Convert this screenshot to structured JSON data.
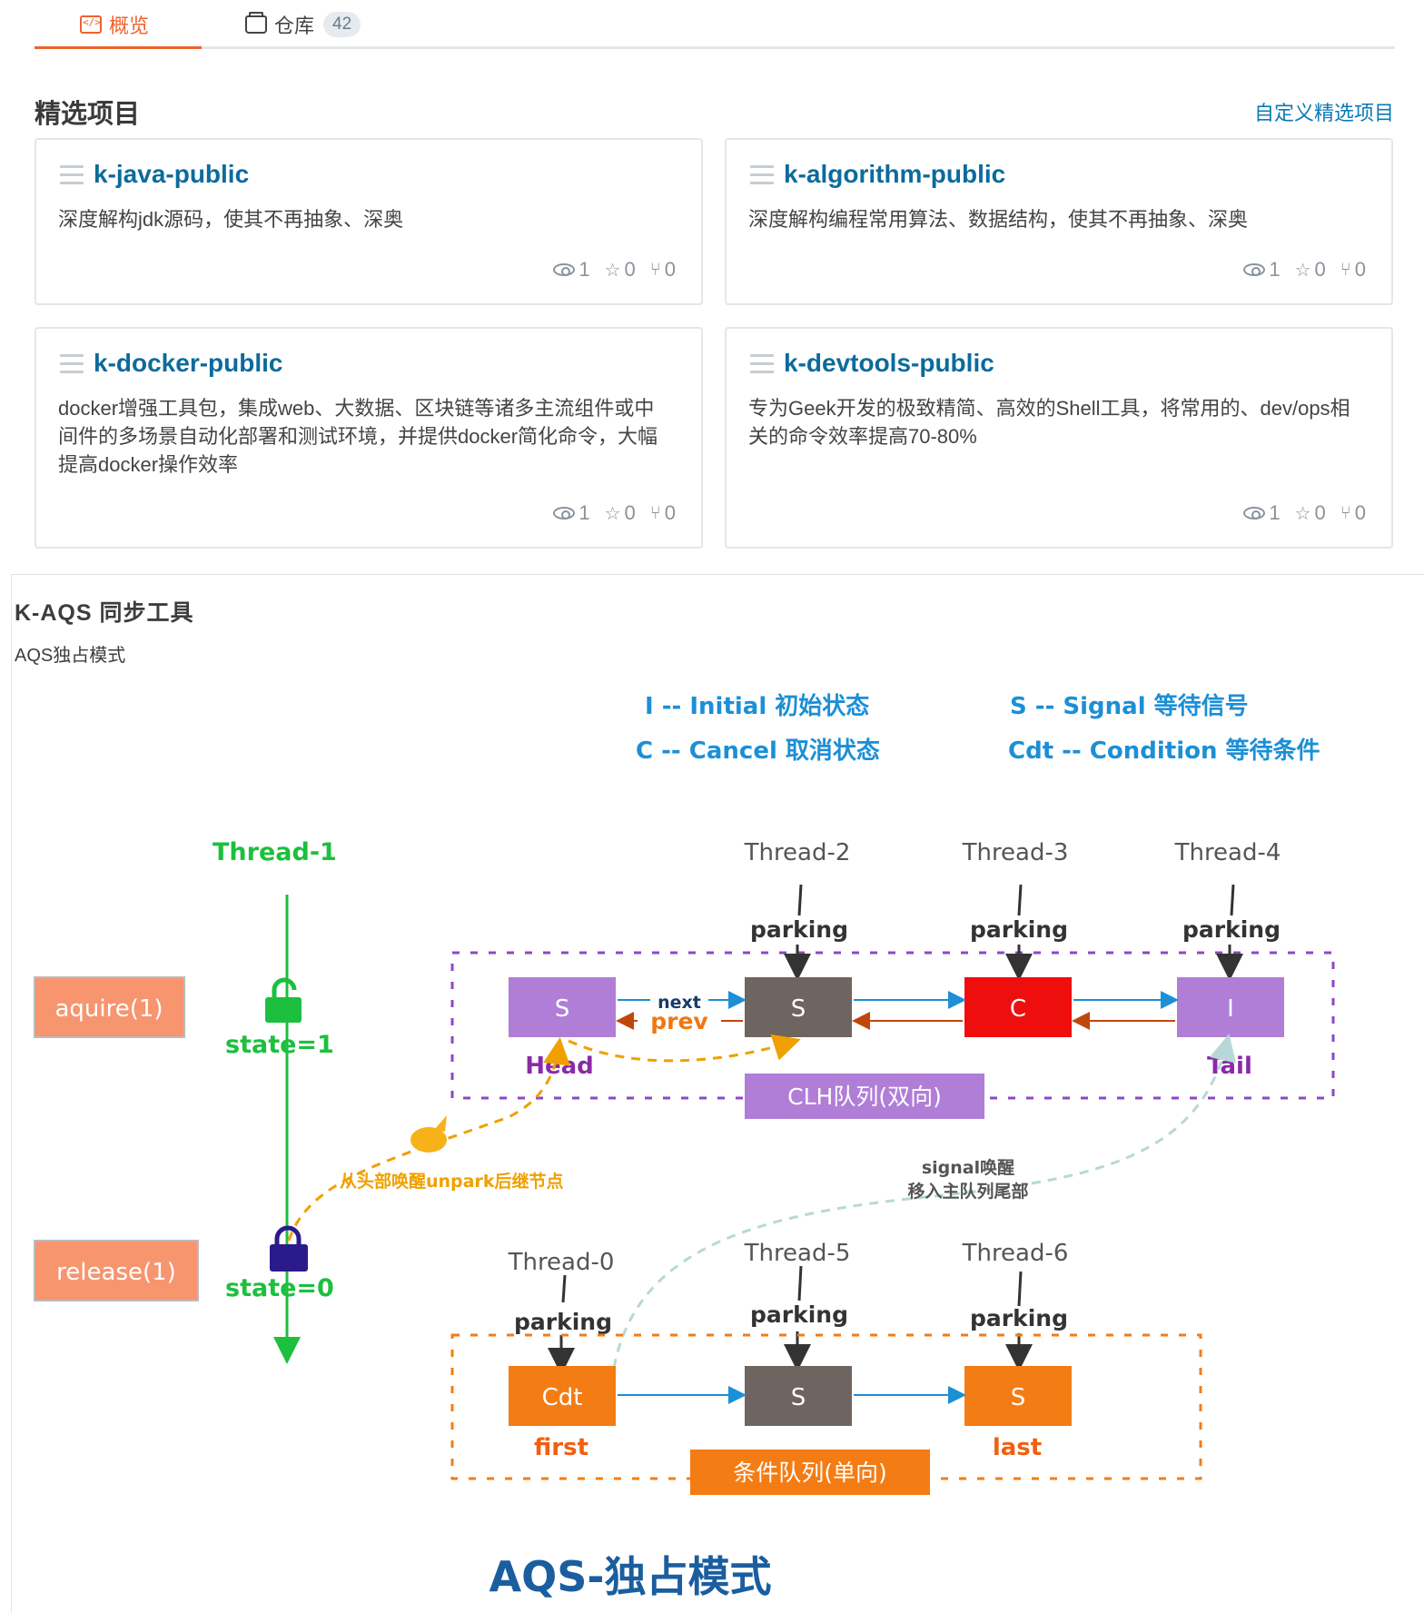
{
  "tabs": {
    "overview_label": "概览",
    "repo_label": "仓库",
    "repo_count": "42"
  },
  "featured": {
    "title": "精选项目",
    "customize_link": "自定义精选项目",
    "cards": [
      {
        "name": "k-java-public",
        "description": "深度解构jdk源码，使其不再抽象、深奥",
        "watches": "1",
        "stars": "0",
        "forks": "0"
      },
      {
        "name": "k-algorithm-public",
        "description": "深度解构编程常用算法、数据结构，使其不再抽象、深奥",
        "watches": "1",
        "stars": "0",
        "forks": "0"
      },
      {
        "name": "k-docker-public",
        "description": "docker增强工具包，集成web、大数据、区块链等诸多主流组件或中间件的多场景自动化部署和测试环境，并提供docker简化命令，大幅提高docker操作效率",
        "watches": "1",
        "stars": "0",
        "forks": "0"
      },
      {
        "name": "k-devtools-public",
        "description": "专为Geek开发的极致精简、高效的Shell工具，将常用的、dev/ops相关的命令效率提高70-80%",
        "watches": "1",
        "stars": "0",
        "forks": "0"
      }
    ]
  },
  "wiki": {
    "title": "K-AQS 同步工具",
    "subtitle": "AQS独占模式"
  },
  "diagram": {
    "legend": {
      "initial": "I -- Initial 初始状态",
      "signal": "S -- Signal 等待信号",
      "cancel": "C -- Cancel 取消状态",
      "condition": "Cdt -- Condition 等待条件"
    },
    "thread1": "Thread-1",
    "acquire": "aquire(1)",
    "release": "release(1)",
    "state1": "state=1",
    "state0": "state=0",
    "threads_top": [
      "Thread-2",
      "Thread-3",
      "Thread-4"
    ],
    "threads_bottom": [
      "Thread-0",
      "Thread-5",
      "Thread-6"
    ],
    "parking": "parking",
    "clh_nodes": [
      "S",
      "S",
      "C",
      "I"
    ],
    "cond_nodes": [
      "Cdt",
      "S",
      "S"
    ],
    "next": "next",
    "prev": "prev",
    "head": "Head",
    "tail": "Tail",
    "first": "first",
    "last": "last",
    "clh_label": "CLH队列(双向)",
    "cond_label": "条件队列(单向)",
    "unpark_note": "从头部唤醒unpark后继节点",
    "signal_note_1": "signal唤醒",
    "signal_note_2": "移入主队列尾部",
    "footer_title": "AQS-独占模式",
    "colors": {
      "green": "#1dbf3e",
      "blue": "#1c8fd6",
      "purple_node": "#b07ed6",
      "gray_node": "#6e6560",
      "red_node": "#ef0e0e",
      "orange_node": "#f47c15",
      "salmon": "#f7956f",
      "footer": "#1a5ea0"
    }
  }
}
